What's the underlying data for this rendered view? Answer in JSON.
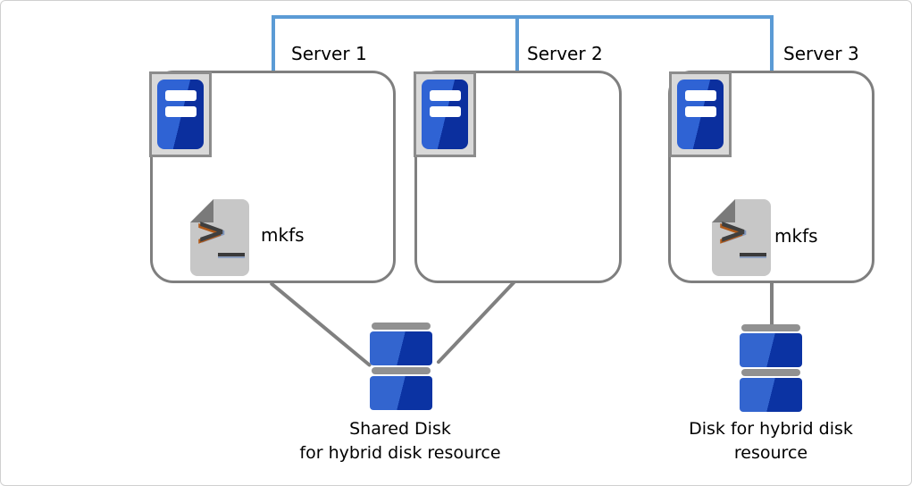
{
  "diagram": {
    "servers": [
      {
        "label": "Server 1",
        "has_mkfs": true,
        "mkfs_label": "mkfs"
      },
      {
        "label": "Server 2",
        "has_mkfs": false
      },
      {
        "label": "Server 3",
        "has_mkfs": true,
        "mkfs_label": "mkfs"
      }
    ],
    "script_icon": {
      "prompt_glyph": ">"
    },
    "disks": [
      {
        "label_line1": "Shared Disk",
        "label_line2": "for hybrid disk resource"
      },
      {
        "label_line1": "Disk for hybrid disk",
        "label_line2": "resource"
      }
    ],
    "colors": {
      "network_line_blue": "#5B9BD5",
      "box_border_gray": "#7F7F7F",
      "connector_gray": "#808080",
      "icon_blue_light": "#2F63D4",
      "icon_blue_dark": "#0B2F9E",
      "icon_frame_gray": "#D9D9D9",
      "script_page_gray": "#C7C7C7",
      "script_fold_gray": "#7A7A7A",
      "prompt_orange": "#B05A1A",
      "text_black": "#000000"
    }
  }
}
